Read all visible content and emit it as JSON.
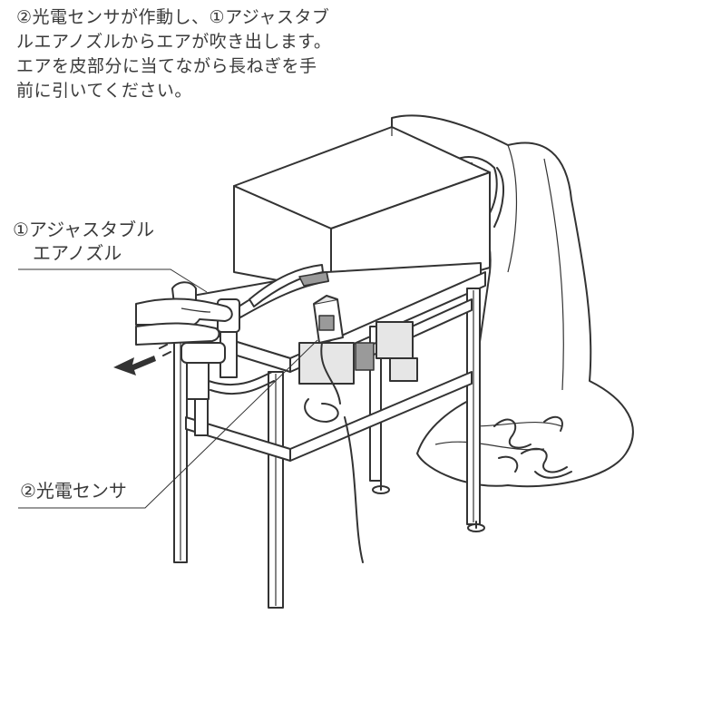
{
  "instructions": {
    "lines": [
      "②光電センサが作動し、①アジャスタブ",
      "ルエアノズルからエアが吹き出します。",
      "エアを皮部分に当てながら長ねぎを手",
      "前に引いてください。"
    ]
  },
  "callouts": {
    "nozzle": {
      "line1": "①アジャスタブル",
      "line2": "エアノズル"
    },
    "sensor": {
      "label": "②光電センサ"
    }
  }
}
